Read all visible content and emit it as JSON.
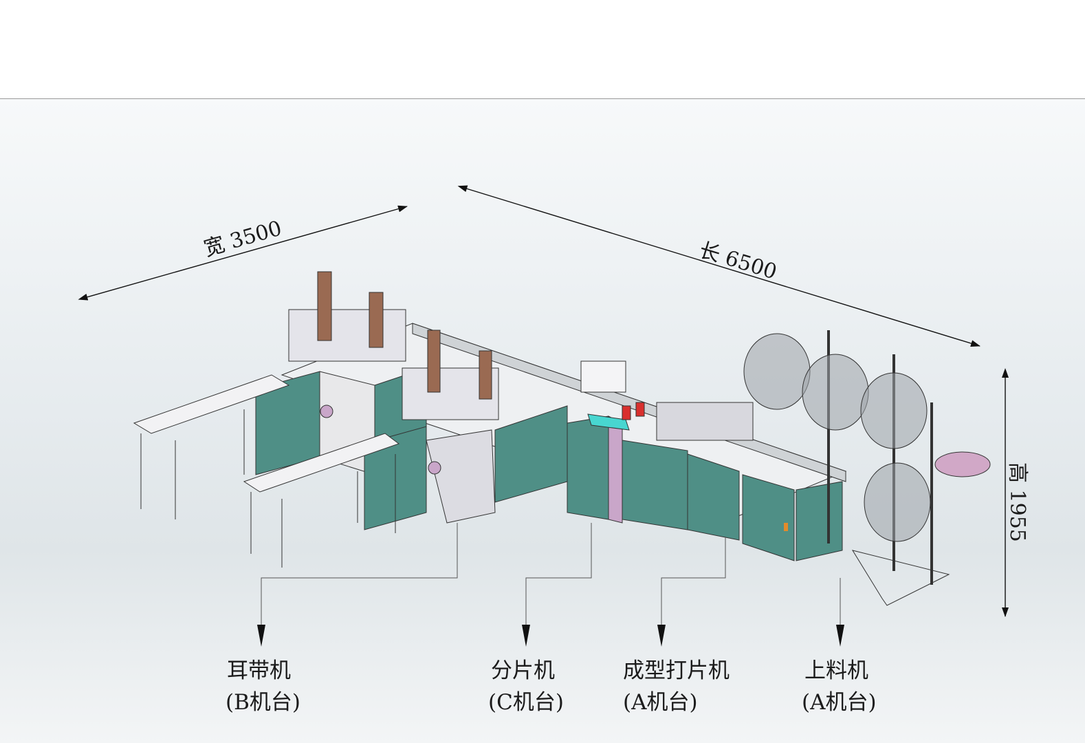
{
  "dimensions": {
    "width": "宽 3500",
    "length": "长 6500",
    "height": "高 1955"
  },
  "labels": [
    {
      "name": "耳带机",
      "sub": "(B机台)"
    },
    {
      "name": "分片机",
      "sub": "(C机台)"
    },
    {
      "name": "成型打片机",
      "sub": "(A机台)"
    },
    {
      "name": "上料机",
      "sub": "(A机台)"
    }
  ],
  "colors": {
    "cabinet": "#4f8f86",
    "frame": "#3a3a3a",
    "panel": "#d8d8de",
    "accent_pink": "#c9a6c9",
    "accent_red": "#d9302e",
    "accent_cyan": "#48d6d0",
    "wood": "#9a6a52"
  }
}
